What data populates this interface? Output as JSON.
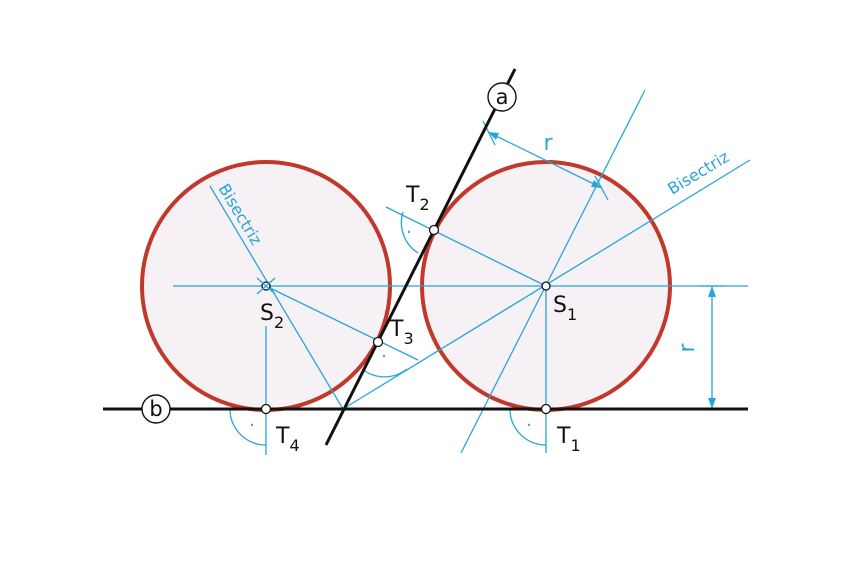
{
  "colors": {
    "circle_stroke": "#c0392b",
    "circle_fill": "#f6f1f4",
    "construction": "#2aa5d8",
    "line": "#111111",
    "point_fill": "#ffffff"
  },
  "labels": {
    "line_a": "a",
    "line_b": "b",
    "bisector_1": "Bisectriz",
    "bisector_2": "Bisectriz",
    "radius_top": "r",
    "radius_right": "r",
    "right_angle_mark": "·"
  },
  "points": {
    "S1": {
      "main": "S",
      "sub": "1"
    },
    "S2": {
      "main": "S",
      "sub": "2"
    },
    "T1": {
      "main": "T",
      "sub": "1"
    },
    "T2": {
      "main": "T",
      "sub": "2"
    },
    "T3": {
      "main": "T",
      "sub": "3"
    },
    "T4": {
      "main": "T",
      "sub": "4"
    }
  }
}
